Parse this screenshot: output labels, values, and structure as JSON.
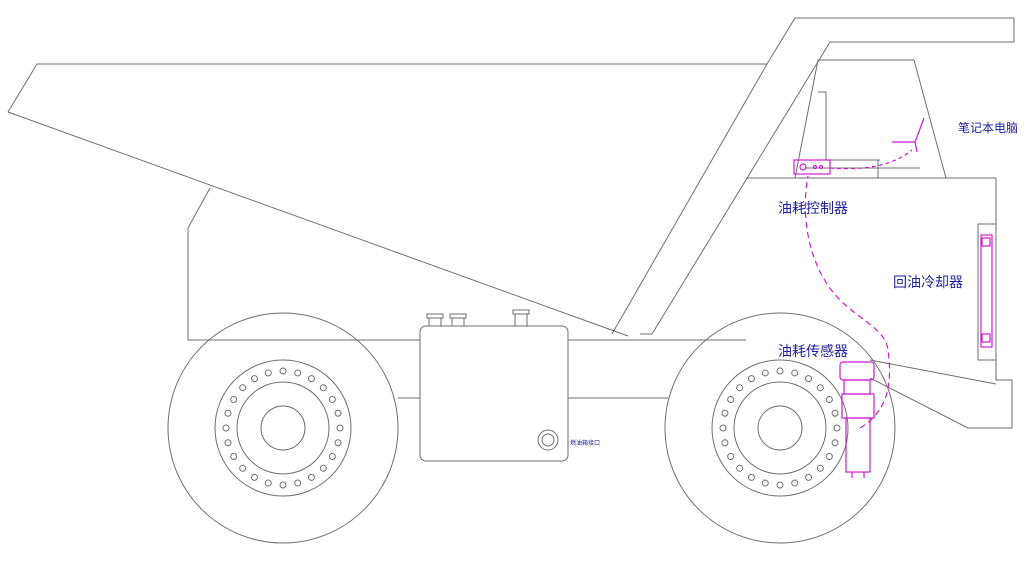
{
  "labels": {
    "laptop": "笔记本电脑",
    "controller": "油耗控制器",
    "return_cooler": "回油冷却器",
    "sensor": "油耗传感器",
    "tank_note": "燃油箱接口"
  },
  "colors": {
    "outline": "#6f6f6f",
    "device": "#d21ad2",
    "label": "#1d1d9f"
  },
  "icons": [
    "truck-body",
    "wheel",
    "fuel-tank",
    "sensor",
    "controller",
    "laptop",
    "cooler",
    "cable"
  ]
}
